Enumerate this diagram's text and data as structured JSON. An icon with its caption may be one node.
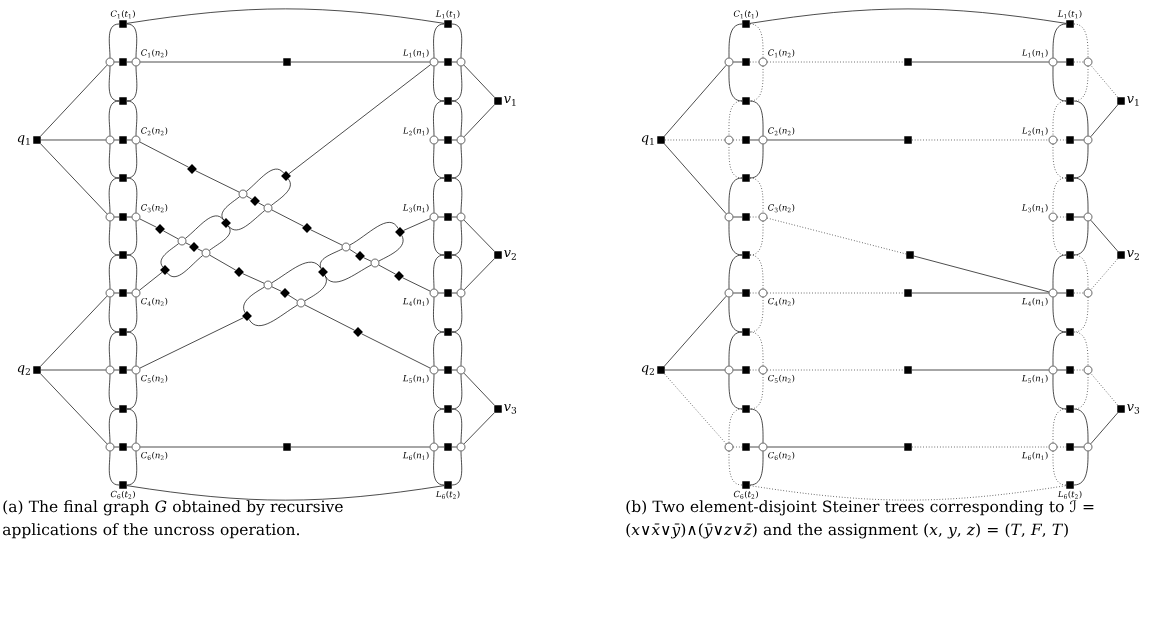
{
  "diagram": {
    "nodes": [
      {
        "text": [],
        "shape": "box",
        "beside": [
          "*q*$_{1}$"
        ]
      },
      {
        "text": [],
        "shape": "box",
        "beside": [
          "*q*$_{2}$"
        ]
      },
      {
        "text": [],
        "shape": "box",
        "beside": [
          "*C*$_{1}$(*t*$_{1}$)"
        ]
      },
      {
        "text": [],
        "shape": "circle"
      },
      {
        "text": [],
        "shape": "box"
      },
      {
        "text": [],
        "shape": "circle",
        "beside": [
          "*C*$_{1}$(*n*$_{2}$)"
        ]
      },
      {
        "text": [],
        "shape": "box"
      },
      {
        "text": [],
        "shape": "circle"
      },
      {
        "text": [],
        "shape": "box"
      },
      {
        "text": [],
        "shape": "circle",
        "beside": [
          "*C*$_{2}$(*n*$_{2}$)"
        ]
      },
      {
        "text": [],
        "shape": "box"
      },
      {
        "text": [],
        "shape": "circle"
      },
      {
        "text": [],
        "shape": "box"
      },
      {
        "text": [],
        "shape": "circle",
        "beside": [
          "*C*$_{3}$(*n*$_{2}$)"
        ]
      },
      {
        "text": [],
        "shape": "box"
      },
      {
        "text": [],
        "shape": "circle"
      },
      {
        "text": [],
        "shape": "box"
      },
      {
        "text": [],
        "shape": "circle",
        "beside": [
          "*C*$_{4}$(*n*$_{2}$)"
        ]
      },
      {
        "text": [],
        "shape": "box"
      },
      {
        "text": [],
        "shape": "circle"
      },
      {
        "text": [],
        "shape": "box"
      },
      {
        "text": [],
        "shape": "circle",
        "beside": [
          "*C*$_{5}$(*n*$_{2}$)"
        ]
      },
      {
        "text": [],
        "shape": "box"
      },
      {
        "text": [],
        "shape": "circle"
      },
      {
        "text": [],
        "shape": "box"
      },
      {
        "text": [],
        "shape": "circle",
        "beside": [
          "*C*$_{6}$(*n*$_{2}$)"
        ]
      },
      {
        "text": [],
        "shape": "box",
        "beside": [
          "*C*$_{6}$(*t*$_{2}$)"
        ]
      },
      {
        "text": [],
        "shape": "box",
        "beside": [
          "*L*$_{1}$(*t*$_{1}$)"
        ]
      },
      {
        "text": [],
        "shape": "circle",
        "beside": [
          "*L*$_{1}$(*n*$_{1}$)"
        ]
      },
      {
        "text": [],
        "shape": "box"
      },
      {
        "text": [],
        "shape": "circle"
      },
      {
        "text": [],
        "shape": "box"
      },
      {
        "text": [],
        "shape": "circle",
        "beside": [
          "*L*$_{2}$(*n*$_{1}$)"
        ]
      },
      {
        "text": [],
        "shape": "box"
      },
      {
        "text": [],
        "shape": "circle"
      },
      {
        "text": [],
        "shape": "box"
      },
      {
        "text": [],
        "shape": "circle",
        "beside": [
          "*L*$_{3}$(*n*$_{1}$)"
        ]
      },
      {
        "text": [],
        "shape": "box"
      },
      {
        "text": [],
        "shape": "circle"
      },
      {
        "text": [],
        "shape": "box"
      },
      {
        "text": [],
        "shape": "circle",
        "beside": [
          "*L*$_{4}$(*n*$_{1}$)"
        ]
      },
      {
        "text": [],
        "shape": "box"
      },
      {
        "text": [],
        "shape": "circle"
      },
      {
        "text": [],
        "shape": "box"
      },
      {
        "text": [],
        "shape": "circle",
        "beside": [
          "*L*$_{5}$(*n*$_{1}$)"
        ]
      },
      {
        "text": [],
        "shape": "box"
      },
      {
        "text": [],
        "shape": "circle"
      },
      {
        "text": [],
        "shape": "box"
      },
      {
        "text": [],
        "shape": "circle",
        "beside": [
          "*L*$_{6}$(*n*$_{1}$)"
        ]
      },
      {
        "text": [],
        "shape": "box"
      },
      {
        "text": [],
        "shape": "circle"
      },
      {
        "text": [],
        "shape": "box",
        "beside": [
          "*L*$_{6}$(*t*$_{2}$)"
        ]
      },
      {
        "text": [],
        "shape": "box",
        "beside": [
          "*v*$_{1}$"
        ]
      },
      {
        "text": [],
        "shape": "box",
        "beside": [
          "*v*$_{2}$"
        ]
      },
      {
        "text": [],
        "shape": "box",
        "beside": [
          "*v*$_{3}$"
        ]
      },
      {
        "text": [],
        "shape": "box"
      },
      {
        "text": [],
        "shape": "diamond"
      },
      {
        "text": [],
        "shape": "diamond"
      },
      {
        "text": [],
        "shape": "circle"
      },
      {
        "text": [],
        "shape": "diamond"
      },
      {
        "text": [],
        "shape": "circle"
      },
      {
        "text": [],
        "shape": "diamond"
      },
      {
        "text": [],
        "shape": "diamond"
      },
      {
        "text": [],
        "shape": "diamond"
      },
      {
        "text": [],
        "shape": "diamond"
      },
      {
        "text": [],
        "shape": "circle"
      },
      {
        "text": [],
        "shape": "diamond"
      },
      {
        "text": [],
        "shape": "circle"
      },
      {
        "text": [],
        "shape": "circle"
      },
      {
        "text": [],
        "shape": "diamond"
      },
      {
        "text": [],
        "shape": "circle"
      },
      {
        "text": [],
        "shape": "diamond"
      },
      {
        "text": [],
        "shape": "diamond"
      },
      {
        "text": [],
        "shape": "diamond"
      },
      {
        "text": [],
        "shape": "diamond"
      },
      {
        "text": [],
        "shape": "circle"
      },
      {
        "text": [],
        "shape": "diamond"
      },
      {
        "text": [],
        "shape": "circle"
      },
      {
        "text": [],
        "shape": "diamond"
      },
      {
        "text": [],
        "shape": "diamond"
      },
      {
        "text": [],
        "shape": "box"
      },
      {
        "text": [],
        "shape": "box",
        "beside": [
          "*q*$_{1}$"
        ]
      },
      {
        "text": [],
        "shape": "box",
        "beside": [
          "*q*$_{2}$"
        ]
      },
      {
        "text": [],
        "shape": "box",
        "beside": [
          "*C*$_{1}$(*t*$_{1}$)"
        ]
      },
      {
        "text": [],
        "shape": "circle"
      },
      {
        "text": [],
        "shape": "box"
      },
      {
        "text": [],
        "shape": "circle",
        "beside": [
          "*C*$_{1}$(*n*$_{2}$)"
        ]
      },
      {
        "text": [],
        "shape": "box"
      },
      {
        "text": [],
        "shape": "circle"
      },
      {
        "text": [],
        "shape": "box"
      },
      {
        "text": [],
        "shape": "circle",
        "beside": [
          "*C*$_{2}$(*n*$_{2}$)"
        ]
      },
      {
        "text": [],
        "shape": "box"
      },
      {
        "text": [],
        "shape": "circle"
      },
      {
        "text": [],
        "shape": "box"
      },
      {
        "text": [],
        "shape": "circle",
        "beside": [
          "*C*$_{3}$(*n*$_{2}$)"
        ]
      },
      {
        "text": [],
        "shape": "box"
      },
      {
        "text": [],
        "shape": "circle"
      },
      {
        "text": [],
        "shape": "box"
      },
      {
        "text": [],
        "shape": "circle",
        "beside": [
          "*C*$_{4}$(*n*$_{2}$)"
        ]
      },
      {
        "text": [],
        "shape": "box"
      },
      {
        "text": [],
        "shape": "circle"
      },
      {
        "text": [],
        "shape": "box"
      },
      {
        "text": [],
        "shape": "circle",
        "beside": [
          "*C*$_{5}$(*n*$_{2}$)"
        ]
      },
      {
        "text": [],
        "shape": "box"
      },
      {
        "text": [],
        "shape": "circle"
      },
      {
        "text": [],
        "shape": "box"
      },
      {
        "text": [],
        "shape": "circle",
        "beside": [
          "*C*$_{6}$(*n*$_{2}$)"
        ]
      },
      {
        "text": [],
        "shape": "box",
        "beside": [
          "*C*$_{6}$(*t*$_{2}$)"
        ]
      },
      {
        "text": [],
        "shape": "box",
        "beside": [
          "*L*$_{1}$(*t*$_{1}$)"
        ]
      },
      {
        "text": [],
        "shape": "circle",
        "beside": [
          "*L*$_{1}$(*n*$_{1}$)"
        ]
      },
      {
        "text": [],
        "shape": "box"
      },
      {
        "text": [],
        "shape": "circle"
      },
      {
        "text": [],
        "shape": "box"
      },
      {
        "text": [],
        "shape": "circle",
        "beside": [
          "*L*$_{2}$(*n*$_{1}$)"
        ]
      },
      {
        "text": [],
        "shape": "box"
      },
      {
        "text": [],
        "shape": "circle"
      },
      {
        "text": [],
        "shape": "box"
      },
      {
        "text": [],
        "shape": "circle",
        "beside": [
          "*L*$_{3}$(*n*$_{1}$)"
        ]
      },
      {
        "text": [],
        "shape": "box"
      },
      {
        "text": [],
        "shape": "circle"
      },
      {
        "text": [],
        "shape": "box"
      },
      {
        "text": [],
        "shape": "circle",
        "beside": [
          "*L*$_{4}$(*n*$_{1}$)"
        ]
      },
      {
        "text": [],
        "shape": "box"
      },
      {
        "text": [],
        "shape": "circle"
      },
      {
        "text": [],
        "shape": "box"
      },
      {
        "text": [],
        "shape": "circle",
        "beside": [
          "*L*$_{5}$(*n*$_{1}$)"
        ]
      },
      {
        "text": [],
        "shape": "box"
      },
      {
        "text": [],
        "shape": "circle"
      },
      {
        "text": [],
        "shape": "box"
      },
      {
        "text": [],
        "shape": "circle",
        "beside": [
          "*L*$_{6}$(*n*$_{1}$)"
        ]
      },
      {
        "text": [],
        "shape": "box"
      },
      {
        "text": [],
        "shape": "circle"
      },
      {
        "text": [],
        "shape": "box",
        "beside": [
          "*L*$_{6}$(*t*$_{2}$)"
        ]
      },
      {
        "text": [],
        "shape": "box",
        "beside": [
          "*v*$_{1}$"
        ]
      },
      {
        "text": [],
        "shape": "box",
        "beside": [
          "*v*$_{2}$"
        ]
      },
      {
        "text": [],
        "shape": "box",
        "beside": [
          "*v*$_{3}$"
        ]
      },
      {
        "text": [],
        "shape": "box"
      },
      {
        "text": [],
        "shape": "box"
      },
      {
        "text": [],
        "shape": "box"
      },
      {
        "text": [],
        "shape": "box"
      },
      {
        "text": [],
        "shape": "box"
      },
      {
        "text": [],
        "shape": "box"
      }
    ],
    "edges": [
      {
        "from": 2,
        "to": 3,
        "arrow": "none"
      },
      {
        "from": 3,
        "to": 6,
        "arrow": "none"
      },
      {
        "from": 2,
        "to": 5,
        "arrow": "none"
      },
      {
        "from": 5,
        "to": 6,
        "arrow": "none"
      },
      {
        "from": 3,
        "to": 4,
        "arrow": "none"
      },
      {
        "from": 4,
        "to": 5,
        "arrow": "none"
      },
      {
        "from": 6,
        "to": 7,
        "arrow": "none"
      },
      {
        "from": 7,
        "to": 10,
        "arrow": "none"
      },
      {
        "from": 6,
        "to": 9,
        "arrow": "none"
      },
      {
        "from": 9,
        "to": 10,
        "arrow": "none"
      },
      {
        "from": 7,
        "to": 8,
        "arrow": "none"
      },
      {
        "from": 8,
        "to": 9,
        "arrow": "none"
      },
      {
        "from": 10,
        "to": 11,
        "arrow": "none"
      },
      {
        "from": 11,
        "to": 14,
        "arrow": "none"
      },
      {
        "from": 10,
        "to": 13,
        "arrow": "none"
      },
      {
        "from": 13,
        "to": 14,
        "arrow": "none"
      },
      {
        "from": 11,
        "to": 12,
        "arrow": "none"
      },
      {
        "from": 12,
        "to": 13,
        "arrow": "none"
      },
      {
        "from": 14,
        "to": 15,
        "arrow": "none"
      },
      {
        "from": 15,
        "to": 18,
        "arrow": "none"
      },
      {
        "from": 14,
        "to": 17,
        "arrow": "none"
      },
      {
        "from": 17,
        "to": 18,
        "arrow": "none"
      },
      {
        "from": 15,
        "to": 16,
        "arrow": "none"
      },
      {
        "from": 16,
        "to": 17,
        "arrow": "none"
      },
      {
        "from": 18,
        "to": 19,
        "arrow": "none"
      },
      {
        "from": 19,
        "to": 22,
        "arrow": "none"
      },
      {
        "from": 18,
        "to": 21,
        "arrow": "none"
      },
      {
        "from": 21,
        "to": 22,
        "arrow": "none"
      },
      {
        "from": 19,
        "to": 20,
        "arrow": "none"
      },
      {
        "from": 20,
        "to": 21,
        "arrow": "none"
      },
      {
        "from": 22,
        "to": 23,
        "arrow": "none"
      },
      {
        "from": 23,
        "to": 26,
        "arrow": "none"
      },
      {
        "from": 22,
        "to": 25,
        "arrow": "none"
      },
      {
        "from": 25,
        "to": 26,
        "arrow": "none"
      },
      {
        "from": 23,
        "to": 24,
        "arrow": "none"
      },
      {
        "from": 24,
        "to": 25,
        "arrow": "none"
      },
      {
        "from": 27,
        "to": 28,
        "arrow": "none"
      },
      {
        "from": 28,
        "to": 31,
        "arrow": "none"
      },
      {
        "from": 27,
        "to": 30,
        "arrow": "none"
      },
      {
        "from": 30,
        "to": 31,
        "arrow": "none"
      },
      {
        "from": 28,
        "to": 29,
        "arrow": "none"
      },
      {
        "from": 29,
        "to": 30,
        "arrow": "none"
      },
      {
        "from": 31,
        "to": 32,
        "arrow": "none"
      },
      {
        "from": 32,
        "to": 35,
        "arrow": "none"
      },
      {
        "from": 31,
        "to": 34,
        "arrow": "none"
      },
      {
        "from": 34,
        "to": 35,
        "arrow": "none"
      },
      {
        "from": 32,
        "to": 33,
        "arrow": "none"
      },
      {
        "from": 33,
        "to": 34,
        "arrow": "none"
      },
      {
        "from": 35,
        "to": 36,
        "arrow": "none"
      },
      {
        "from": 36,
        "to": 39,
        "arrow": "none"
      },
      {
        "from": 35,
        "to": 38,
        "arrow": "none"
      },
      {
        "from": 38,
        "to": 39,
        "arrow": "none"
      },
      {
        "from": 36,
        "to": 37,
        "arrow": "none"
      },
      {
        "from": 37,
        "to": 38,
        "arrow": "none"
      },
      {
        "from": 39,
        "to": 40,
        "arrow": "none"
      },
      {
        "from": 40,
        "to": 43,
        "arrow": "none"
      },
      {
        "from": 39,
        "to": 42,
        "arrow": "none"
      },
      {
        "from": 42,
        "to": 43,
        "arrow": "none"
      },
      {
        "from": 40,
        "to": 41,
        "arrow": "none"
      },
      {
        "from": 41,
        "to": 42,
        "arrow": "none"
      },
      {
        "from": 43,
        "to": 44,
        "arrow": "none"
      },
      {
        "from": 44,
        "to": 47,
        "arrow": "none"
      },
      {
        "from": 43,
        "to": 46,
        "arrow": "none"
      },
      {
        "from": 46,
        "to": 47,
        "arrow": "none"
      },
      {
        "from": 44,
        "to": 45,
        "arrow": "none"
      },
      {
        "from": 45,
        "to": 46,
        "arrow": "none"
      },
      {
        "from": 47,
        "to": 48,
        "arrow": "none"
      },
      {
        "from": 48,
        "to": 51,
        "arrow": "none"
      },
      {
        "from": 47,
        "to": 50,
        "arrow": "none"
      },
      {
        "from": 50,
        "to": 51,
        "arrow": "none"
      },
      {
        "from": 48,
        "to": 49,
        "arrow": "none"
      },
      {
        "from": 49,
        "to": 50,
        "arrow": "none"
      },
      {
        "from": 0,
        "to": 3,
        "arrow": "none"
      },
      {
        "from": 0,
        "to": 7,
        "arrow": "none"
      },
      {
        "from": 0,
        "to": 11,
        "arrow": "none"
      },
      {
        "from": 1,
        "to": 15,
        "arrow": "none"
      },
      {
        "from": 1,
        "to": 19,
        "arrow": "none"
      },
      {
        "from": 1,
        "to": 23,
        "arrow": "none"
      },
      {
        "from": 52,
        "to": 30,
        "arrow": "none"
      },
      {
        "from": 52,
        "to": 34,
        "arrow": "none"
      },
      {
        "from": 53,
        "to": 38,
        "arrow": "none"
      },
      {
        "from": 53,
        "to": 42,
        "arrow": "none"
      },
      {
        "from": 54,
        "to": 46,
        "arrow": "none"
      },
      {
        "from": 54,
        "to": 50,
        "arrow": "none"
      },
      {
        "from": 2,
        "to": 27,
        "arrow": "none"
      },
      {
        "from": 26,
        "to": 51,
        "arrow": "none"
      },
      {
        "from": 5,
        "to": 55,
        "arrow": "none"
      },
      {
        "from": 55,
        "to": 28,
        "arrow": "none"
      },
      {
        "from": 25,
        "to": 80,
        "arrow": "none"
      },
      {
        "from": 80,
        "to": 48,
        "arrow": "none"
      },
      {
        "from": 9,
        "to": 57,
        "arrow": "none"
      },
      {
        "from": 57,
        "to": 58,
        "arrow": "none"
      },
      {
        "from": 58,
        "to": 59,
        "arrow": "none"
      },
      {
        "from": 59,
        "to": 60,
        "arrow": "none"
      },
      {
        "from": 60,
        "to": 63,
        "arrow": "none"
      },
      {
        "from": 63,
        "to": 68,
        "arrow": "none"
      },
      {
        "from": 68,
        "to": 69,
        "arrow": "none"
      },
      {
        "from": 69,
        "to": 70,
        "arrow": "none"
      },
      {
        "from": 70,
        "to": 74,
        "arrow": "none"
      },
      {
        "from": 74,
        "to": 40,
        "arrow": "none"
      },
      {
        "from": 13,
        "to": 62,
        "arrow": "none"
      },
      {
        "from": 62,
        "to": 65,
        "arrow": "none"
      },
      {
        "from": 65,
        "to": 66,
        "arrow": "none"
      },
      {
        "from": 66,
        "to": 67,
        "arrow": "none"
      },
      {
        "from": 67,
        "to": 72,
        "arrow": "none"
      },
      {
        "from": 72,
        "to": 75,
        "arrow": "none"
      },
      {
        "from": 75,
        "to": 76,
        "arrow": "none"
      },
      {
        "from": 76,
        "to": 77,
        "arrow": "none"
      },
      {
        "from": 77,
        "to": 79,
        "arrow": "none"
      },
      {
        "from": 79,
        "to": 44,
        "arrow": "none"
      },
      {
        "from": 56,
        "to": 58,
        "arrow": "none"
      },
      {
        "from": 58,
        "to": 61,
        "arrow": "none"
      },
      {
        "from": 56,
        "to": 60,
        "arrow": "none"
      },
      {
        "from": 60,
        "to": 61,
        "arrow": "none"
      },
      {
        "from": 61,
        "to": 65,
        "arrow": "none"
      },
      {
        "from": 65,
        "to": 71,
        "arrow": "none"
      },
      {
        "from": 61,
        "to": 67,
        "arrow": "none"
      },
      {
        "from": 67,
        "to": 71,
        "arrow": "none"
      },
      {
        "from": 64,
        "to": 68,
        "arrow": "none"
      },
      {
        "from": 68,
        "to": 73,
        "arrow": "none"
      },
      {
        "from": 64,
        "to": 70,
        "arrow": "none"
      },
      {
        "from": 70,
        "to": 73,
        "arrow": "none"
      },
      {
        "from": 73,
        "to": 75,
        "arrow": "none"
      },
      {
        "from": 75,
        "to": 78,
        "arrow": "none"
      },
      {
        "from": 73,
        "to": 77,
        "arrow": "none"
      },
      {
        "from": 77,
        "to": 78,
        "arrow": "none"
      },
      {
        "from": 56,
        "to": 28,
        "arrow": "none"
      },
      {
        "from": 71,
        "to": 17,
        "arrow": "none"
      },
      {
        "from": 64,
        "to": 36,
        "arrow": "none"
      },
      {
        "from": 78,
        "to": 21,
        "arrow": "none"
      },
      {
        "from": 83,
        "to": 84,
        "arrow": "none"
      },
      {
        "from": 84,
        "to": 87,
        "arrow": "none"
      },
      {
        "from": 83,
        "to": 86,
        "arrow": "none",
        "style": "dashed"
      },
      {
        "from": 86,
        "to": 87,
        "arrow": "none",
        "style": "dashed"
      },
      {
        "from": 84,
        "to": 85,
        "arrow": "none"
      },
      {
        "from": 85,
        "to": 86,
        "arrow": "none",
        "style": "dashed"
      },
      {
        "from": 87,
        "to": 88,
        "arrow": "none",
        "style": "dashed"
      },
      {
        "from": 88,
        "to": 91,
        "arrow": "none",
        "style": "dashed"
      },
      {
        "from": 87,
        "to": 90,
        "arrow": "none"
      },
      {
        "from": 90,
        "to": 91,
        "arrow": "none"
      },
      {
        "from": 88,
        "to": 89,
        "arrow": "none",
        "style": "dashed"
      },
      {
        "from": 89,
        "to": 90,
        "arrow": "none"
      },
      {
        "from": 91,
        "to": 92,
        "arrow": "none"
      },
      {
        "from": 92,
        "to": 95,
        "arrow": "none"
      },
      {
        "from": 91,
        "to": 94,
        "arrow": "none",
        "style": "dashed"
      },
      {
        "from": 94,
        "to": 95,
        "arrow": "none",
        "style": "dashed"
      },
      {
        "from": 92,
        "to": 93,
        "arrow": "none"
      },
      {
        "from": 93,
        "to": 94,
        "arrow": "none",
        "style": "dashed"
      },
      {
        "from": 95,
        "to": 96,
        "arrow": "none"
      },
      {
        "from": 96,
        "to": 99,
        "arrow": "none"
      },
      {
        "from": 95,
        "to": 98,
        "arrow": "none",
        "style": "dashed"
      },
      {
        "from": 98,
        "to": 99,
        "arrow": "none",
        "style": "dashed"
      },
      {
        "from": 96,
        "to": 97,
        "arrow": "none"
      },
      {
        "from": 97,
        "to": 98,
        "arrow": "none",
        "style": "dashed"
      },
      {
        "from": 99,
        "to": 100,
        "arrow": "none"
      },
      {
        "from": 100,
        "to": 103,
        "arrow": "none"
      },
      {
        "from": 99,
        "to": 102,
        "arrow": "none",
        "style": "dashed"
      },
      {
        "from": 102,
        "to": 103,
        "arrow": "none",
        "style": "dashed"
      },
      {
        "from": 100,
        "to": 101,
        "arrow": "none"
      },
      {
        "from": 101,
        "to": 102,
        "arrow": "none",
        "style": "dashed"
      },
      {
        "from": 103,
        "to": 104,
        "arrow": "none",
        "style": "dashed"
      },
      {
        "from": 104,
        "to": 107,
        "arrow": "none",
        "style": "dashed"
      },
      {
        "from": 103,
        "to": 106,
        "arrow": "none"
      },
      {
        "from": 106,
        "to": 107,
        "arrow": "none"
      },
      {
        "from": 104,
        "to": 105,
        "arrow": "none",
        "style": "dashed"
      },
      {
        "from": 105,
        "to": 106,
        "arrow": "none"
      },
      {
        "from": 108,
        "to": 109,
        "arrow": "none"
      },
      {
        "from": 109,
        "to": 112,
        "arrow": "none"
      },
      {
        "from": 108,
        "to": 111,
        "arrow": "none",
        "style": "dashed"
      },
      {
        "from": 111,
        "to": 112,
        "arrow": "none",
        "style": "dashed"
      },
      {
        "from": 109,
        "to": 110,
        "arrow": "none"
      },
      {
        "from": 110,
        "to": 111,
        "arrow": "none",
        "style": "dashed"
      },
      {
        "from": 112,
        "to": 113,
        "arrow": "none",
        "style": "dashed"
      },
      {
        "from": 113,
        "to": 116,
        "arrow": "none",
        "style": "dashed"
      },
      {
        "from": 112,
        "to": 115,
        "arrow": "none"
      },
      {
        "from": 115,
        "to": 116,
        "arrow": "none"
      },
      {
        "from": 113,
        "to": 114,
        "arrow": "none",
        "style": "dashed"
      },
      {
        "from": 114,
        "to": 115,
        "arrow": "none"
      },
      {
        "from": 116,
        "to": 117,
        "arrow": "none",
        "style": "dashed"
      },
      {
        "from": 117,
        "to": 120,
        "arrow": "none",
        "style": "dashed"
      },
      {
        "from": 116,
        "to": 119,
        "arrow": "none"
      },
      {
        "from": 119,
        "to": 120,
        "arrow": "none"
      },
      {
        "from": 117,
        "to": 118,
        "arrow": "none",
        "style": "dashed"
      },
      {
        "from": 118,
        "to": 119,
        "arrow": "none"
      },
      {
        "from": 120,
        "to": 121,
        "arrow": "none"
      },
      {
        "from": 121,
        "to": 124,
        "arrow": "none"
      },
      {
        "from": 120,
        "to": 123,
        "arrow": "none",
        "style": "dashed"
      },
      {
        "from": 123,
        "to": 124,
        "arrow": "none",
        "style": "dashed"
      },
      {
        "from": 121,
        "to": 122,
        "arrow": "none"
      },
      {
        "from": 122,
        "to": 123,
        "arrow": "none",
        "style": "dashed"
      },
      {
        "from": 124,
        "to": 125,
        "arrow": "none"
      },
      {
        "from": 125,
        "to": 128,
        "arrow": "none"
      },
      {
        "from": 124,
        "to": 127,
        "arrow": "none",
        "style": "dashed"
      },
      {
        "from": 127,
        "to": 128,
        "arrow": "none",
        "style": "dashed"
      },
      {
        "from": 125,
        "to": 126,
        "arrow": "none"
      },
      {
        "from": 126,
        "to": 127,
        "arrow": "none",
        "style": "dashed"
      },
      {
        "from": 128,
        "to": 129,
        "arrow": "none",
        "style": "dashed"
      },
      {
        "from": 129,
        "to": 132,
        "arrow": "none",
        "style": "dashed"
      },
      {
        "from": 128,
        "to": 131,
        "arrow": "none"
      },
      {
        "from": 131,
        "to": 132,
        "arrow": "none"
      },
      {
        "from": 129,
        "to": 130,
        "arrow": "none",
        "style": "dashed"
      },
      {
        "from": 130,
        "to": 131,
        "arrow": "none"
      },
      {
        "from": 81,
        "to": 84,
        "arrow": "none"
      },
      {
        "from": 81,
        "to": 88,
        "arrow": "none",
        "style": "dashed"
      },
      {
        "from": 81,
        "to": 92,
        "arrow": "none"
      },
      {
        "from": 82,
        "to": 96,
        "arrow": "none"
      },
      {
        "from": 82,
        "to": 100,
        "arrow": "none"
      },
      {
        "from": 82,
        "to": 104,
        "arrow": "none",
        "style": "dashed"
      },
      {
        "from": 133,
        "to": 111,
        "arrow": "none",
        "style": "dashed"
      },
      {
        "from": 133,
        "to": 115,
        "arrow": "none"
      },
      {
        "from": 134,
        "to": 119,
        "arrow": "none"
      },
      {
        "from": 134,
        "to": 123,
        "arrow": "none",
        "style": "dashed"
      },
      {
        "from": 135,
        "to": 127,
        "arrow": "none",
        "style": "dashed"
      },
      {
        "from": 135,
        "to": 131,
        "arrow": "none"
      },
      {
        "from": 83,
        "to": 108,
        "arrow": "none"
      },
      {
        "from": 107,
        "to": 132,
        "arrow": "none",
        "style": "dashed"
      },
      {
        "from": 86,
        "to": 136,
        "arrow": "none",
        "style": "dashed"
      },
      {
        "from": 136,
        "to": 109,
        "arrow": "none"
      },
      {
        "from": 90,
        "to": 137,
        "arrow": "none"
      },
      {
        "from": 137,
        "to": 113,
        "arrow": "none",
        "style": "dashed"
      },
      {
        "from": 94,
        "to": 138,
        "arrow": "none",
        "style": "dashed"
      },
      {
        "from": 138,
        "to": 121,
        "arrow": "none"
      },
      {
        "from": 98,
        "to": 139,
        "arrow": "none",
        "style": "dashed"
      },
      {
        "from": 139,
        "to": 121,
        "arrow": "none"
      },
      {
        "from": 102,
        "to": 140,
        "arrow": "none",
        "style": "dashed"
      },
      {
        "from": 140,
        "to": 125,
        "arrow": "none"
      },
      {
        "from": 106,
        "to": 141,
        "arrow": "none"
      },
      {
        "from": 141,
        "to": 129,
        "arrow": "none",
        "style": "dashed"
      }
    ],
    "labels": [
      "(a) The final graph *G* obtained by recursive applications of the uncross operation.",
      "(b) Two element-disjoint Steiner trees corresponding to ℐ = (*x*∨*x̄*∨*ȳ*)∧(*ȳ*∨*z*∨*z̄*) and the assignment (*x*, *y*, *z*) = (*T*, *F*, *T*)"
    ]
  }
}
